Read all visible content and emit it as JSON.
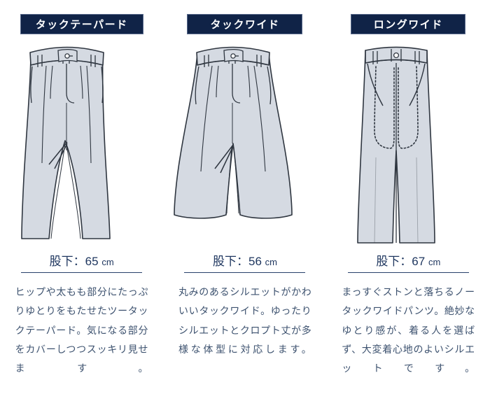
{
  "page": {
    "background": "#ffffff",
    "banner_bg": "#102347",
    "banner_text_color": "#ffffff",
    "ink": "#3d526f",
    "accent": "#27406b",
    "fabric_fill": "#d5dae2",
    "outline": "#2f3640"
  },
  "columns": [
    {
      "banner_label": "タックテーパード",
      "silhouette": "tapered-two-tuck-pants",
      "inseam_label": "股下：65",
      "inseam_unit": "cm",
      "description": "ヒップや太もも部分にたっぷりゆとりをもたせたツータックテーパード。気になる部分をカバーしつつスッキリ見せます。"
    },
    {
      "banner_label": "タックワイド",
      "silhouette": "wide-cropped-tuck-pants",
      "inseam_label": "股下：56",
      "inseam_unit": "cm",
      "description": "丸みのあるシルエットがかわいいタックワイド。ゆったりシルエットとクロプト丈が多様な体型に対応します。"
    },
    {
      "banner_label": "ロングワイド",
      "silhouette": "long-wide-no-tuck-pants",
      "inseam_label": "股下：67",
      "inseam_unit": "cm",
      "description": "まっすぐストンと落ちるノータックワイドパンツ。絶妙なゆとり感が、着る人を選ばず、大変着心地のよいシルエットです。"
    }
  ]
}
